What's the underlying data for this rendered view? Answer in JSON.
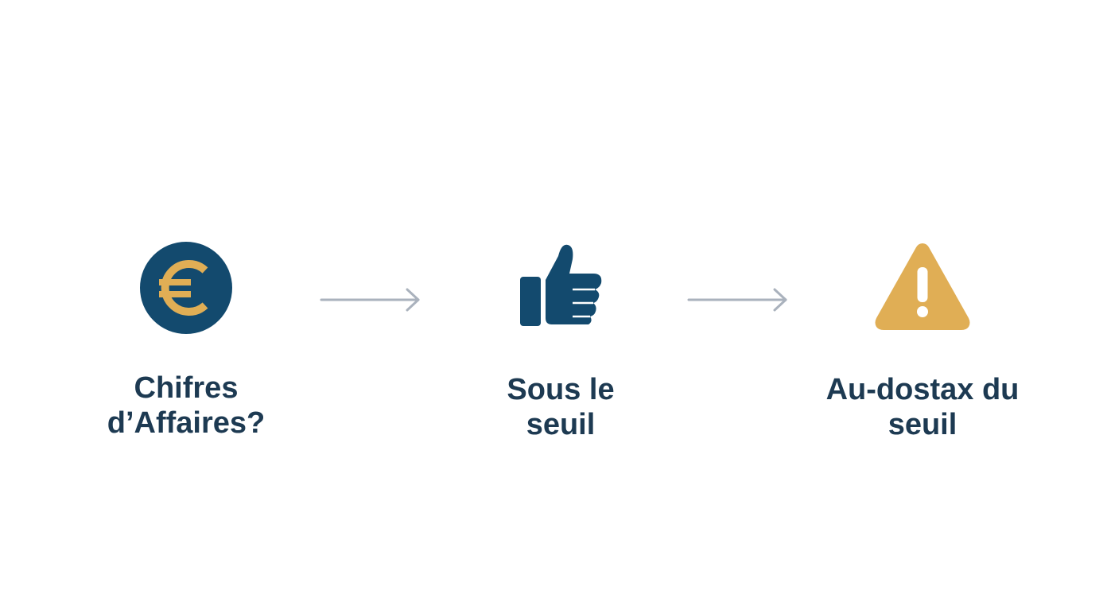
{
  "colors": {
    "navy": "#134a6e",
    "gold": "#e0ae55",
    "text": "#1d3a52",
    "arrow": "#aab2bd"
  },
  "steps": [
    {
      "icon": "euro-icon",
      "label_line1": "Chifres",
      "label_line2": "d’Affaires?"
    },
    {
      "icon": "thumbs-up-icon",
      "label_line1": "Sous le",
      "label_line2": "seuil"
    },
    {
      "icon": "warning-icon",
      "label_line1": "Au-dostax du",
      "label_line2": "seuil"
    }
  ]
}
